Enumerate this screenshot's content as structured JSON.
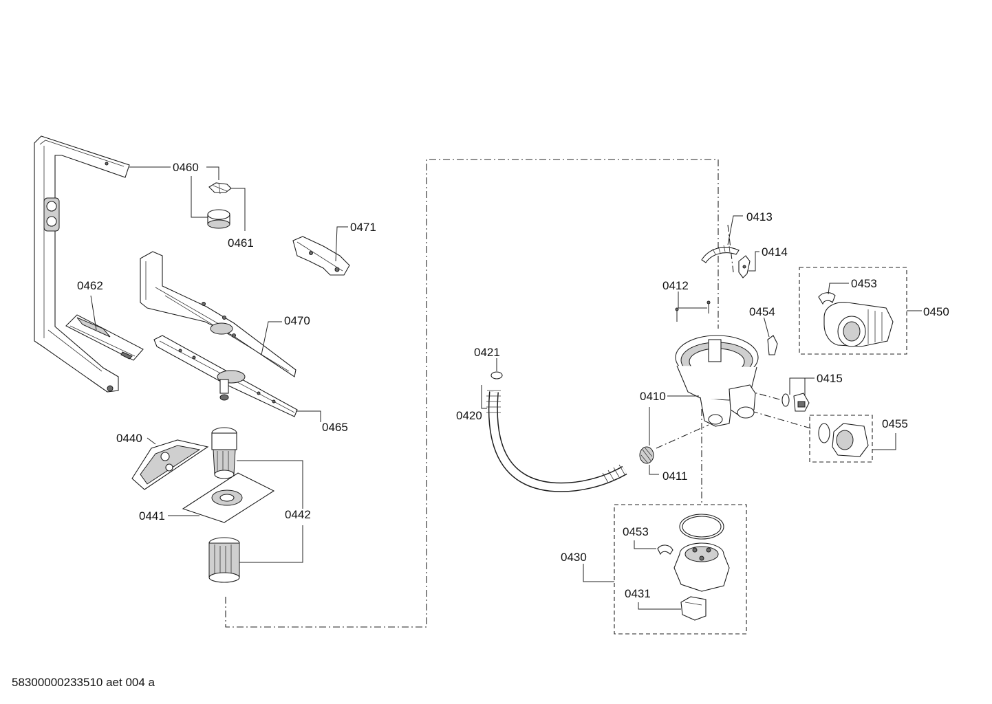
{
  "diagram": {
    "labels": {
      "p0460": "0460",
      "p0461": "0461",
      "p0471": "0471",
      "p0462": "0462",
      "p0470": "0470",
      "p0465": "0465",
      "p0440": "0440",
      "p0441": "0441",
      "p0442": "0442",
      "p0421": "0421",
      "p0420": "0420",
      "p0413": "0413",
      "p0414": "0414",
      "p0412": "0412",
      "p0454": "0454",
      "p0453a": "0453",
      "p0450": "0450",
      "p0415": "0415",
      "p0410": "0410",
      "p0411": "0411",
      "p0455": "0455",
      "p0430": "0430",
      "p0453b": "0453",
      "p0431": "0431"
    },
    "footer_code": "58300000233510 aet 004 a"
  }
}
